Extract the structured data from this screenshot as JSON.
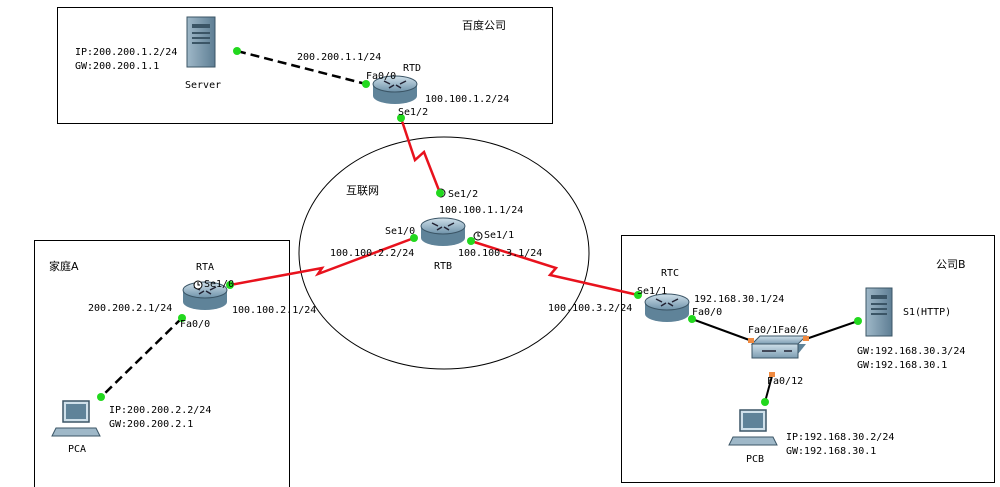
{
  "areas": {
    "baidu": "百度公司",
    "internet": "互联网",
    "home_a": "家庭A",
    "company_b": "公司B"
  },
  "devices": {
    "server": "Server",
    "rtd": "RTD",
    "rtb": "RTB",
    "rta": "RTA",
    "rtc": "RTC",
    "pca": "PCA",
    "pcb": "PCB",
    "s1": "S1(HTTP)"
  },
  "server_config": {
    "ip": "IP:200.200.1.2/24",
    "gw": "GW:200.200.1.1"
  },
  "pca_config": {
    "ip": "IP:200.200.2.2/24",
    "gw": "GW:200.200.2.1"
  },
  "pcb_config": {
    "ip": "IP:192.168.30.2/24",
    "gw": "GW:192.168.30.1"
  },
  "s1_config": {
    "ip": "GW:192.168.30.3/24",
    "gw": "GW:192.168.30.1"
  },
  "addresses": {
    "rtd_fa_ip": "200.200.1.1/24",
    "rtd_se_ip": "100.100.1.2/24",
    "rtb_se12_ip": "100.100.1.1/24",
    "rtb_se10_ip": "100.100.2.2/24",
    "rtb_se11_ip": "100.100.3.1/24",
    "rta_fa_ip": "200.200.2.1/24",
    "rta_se_ip": "100.100.2.1/24",
    "rtc_se_ip": "100.100.3.2/24",
    "rtc_fa_ip": "192.168.30.1/24"
  },
  "ports": {
    "rtd_fa": "Fa0/0",
    "rtd_se": "Se1/2",
    "rtb_se12": "Se1/2",
    "rtb_se10": "Se1/0",
    "rtb_se11": "Se1/1",
    "rta_se": "Se1/0",
    "rta_fa": "Fa0/0",
    "rtc_se": "Se1/1",
    "rtc_fa": "Fa0/0",
    "sw_fa1": "Fa0/1",
    "sw_fa6": "Fa0/6",
    "sw_fa12": "Fa0/12"
  },
  "colors": {
    "serial_link": "#e8121d",
    "ethernet_link": "#000000",
    "port_up": "#22d81e",
    "port_switch": "#f08a40",
    "router_body": "#8fb0c4"
  }
}
